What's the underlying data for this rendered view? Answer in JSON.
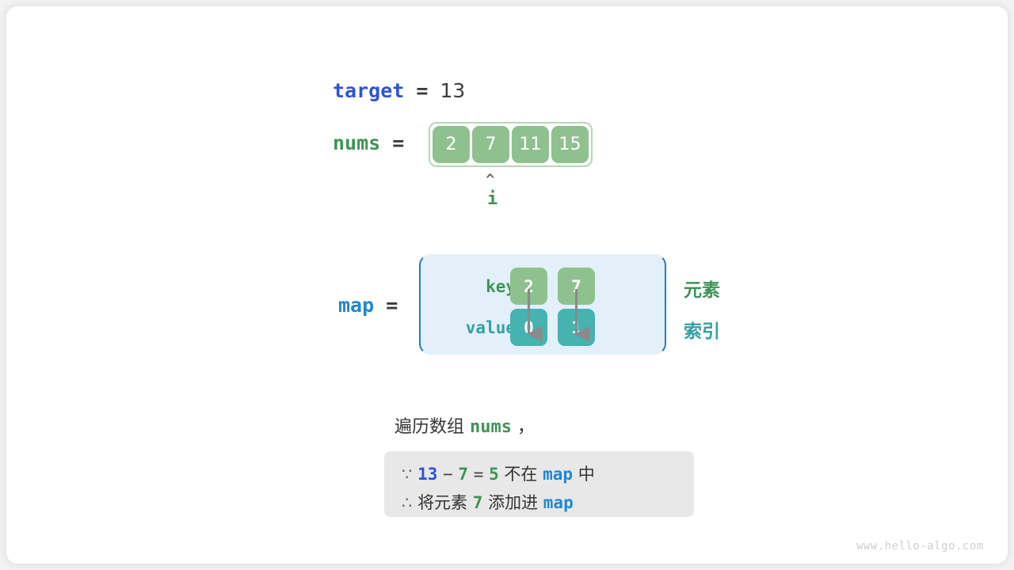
{
  "target": {
    "name": "target",
    "equals": "=",
    "value": "13"
  },
  "nums": {
    "name": "nums",
    "equals": "=",
    "cells": [
      "2",
      "7",
      "11",
      "15"
    ],
    "pointer_caret": "^",
    "pointer_label": "i",
    "pointer_index": 1
  },
  "map": {
    "name": "map",
    "equals": "=",
    "key_row_label": "key",
    "value_row_label": "value",
    "keys": [
      "2",
      "7"
    ],
    "values": [
      "0",
      "1"
    ],
    "legend_key": "元素",
    "legend_value": "索引"
  },
  "caption": {
    "prefix": "遍历数组",
    "code": "nums",
    "suffix": "，"
  },
  "note": {
    "line1": {
      "symbol": "∵",
      "a": "13",
      "minus": "−",
      "b": "7",
      "eq": "=",
      "result": "5",
      "mid": "不在",
      "code": "map",
      "tail": "中"
    },
    "line2": {
      "symbol": "∴",
      "pre": "将元素",
      "num": "7",
      "mid": "添加进",
      "code": "map"
    }
  },
  "watermark": "www.hello-algo.com",
  "colors": {
    "target_blue": "#2c54d4",
    "map_blue": "#1f88d0",
    "green": "#3f9456",
    "teal": "#34a0a4",
    "cell_green": "#8fc18f",
    "cell_teal": "#45b3b0",
    "map_box_bg": "#e3f0fa",
    "map_box_border": "#1f7fc4",
    "note_box_bg": "#e8e8e8",
    "array_border": "#b4d9b4",
    "arrow_grey": "#8a8a8a"
  }
}
